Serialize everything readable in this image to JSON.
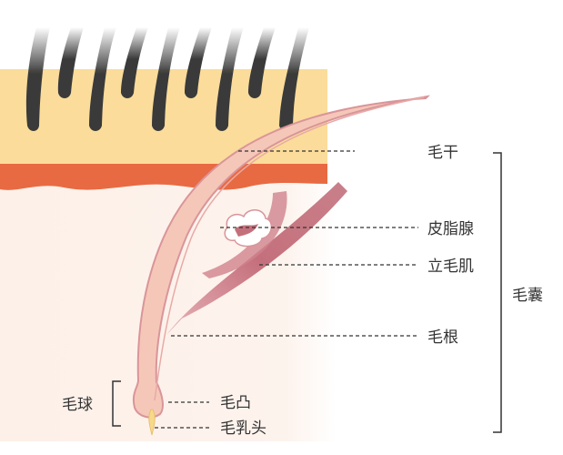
{
  "labels": {
    "hair_shaft": "毛干",
    "sebaceous_gland": "皮脂腺",
    "arrector_pili": "立毛肌",
    "hair_root": "毛根",
    "hair_follicle": "毛囊",
    "hair_bulge": "毛凸",
    "dermal_papilla": "毛乳头",
    "hair_bulb": "毛球"
  },
  "colors": {
    "epidermis": "#fbdc9a",
    "dermis_band": "#e86a42",
    "dermis": "#fdf1ea",
    "hair": "#3a3a3a",
    "follicle": "#f5c7b8",
    "follicle_edge": "#d9959a",
    "muscle": "#c7727e",
    "papilla": "#f7d98a"
  }
}
